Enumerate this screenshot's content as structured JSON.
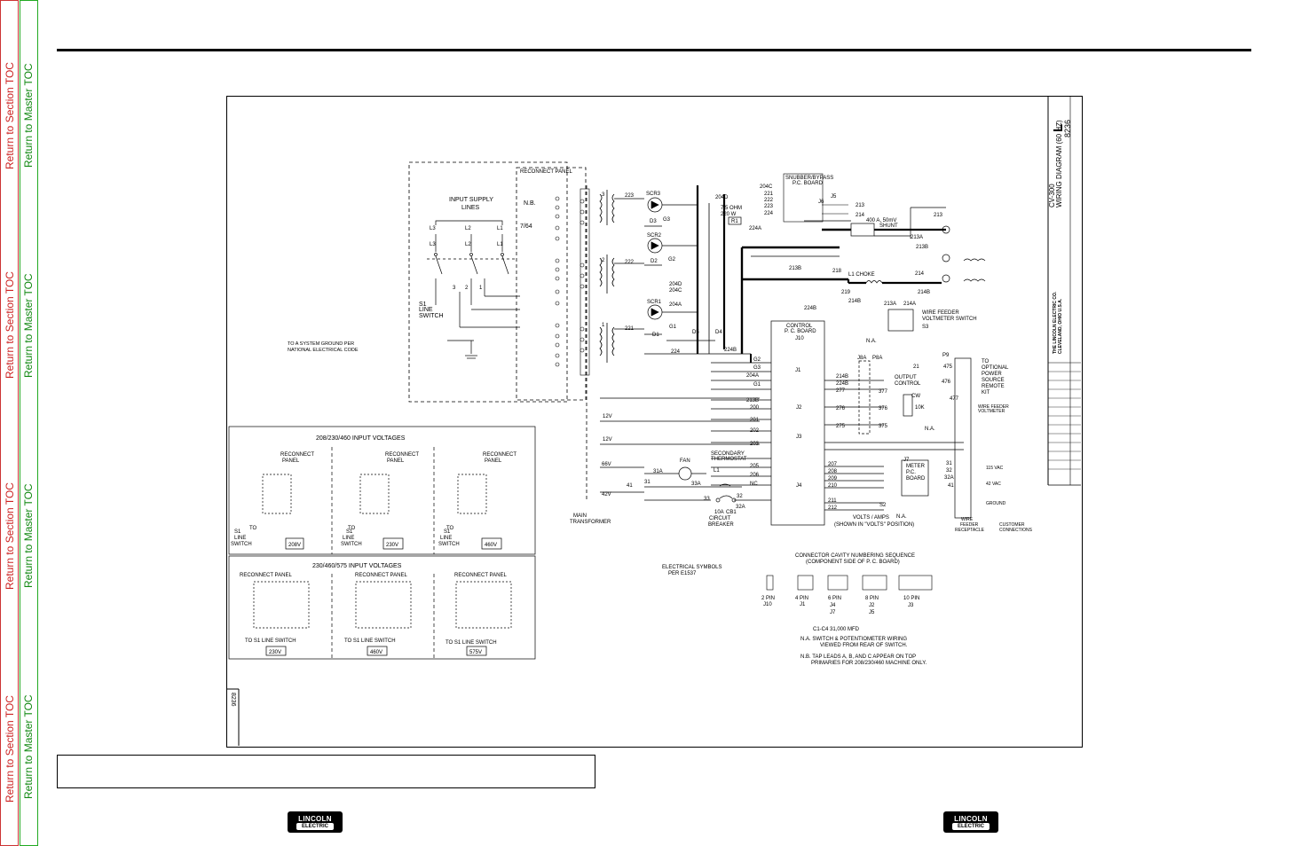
{
  "sidebar": {
    "section_toc_label": "Return to Section TOC",
    "master_toc_label": "Return to Master TOC"
  },
  "title_block": {
    "company": "THE LINCOLN ELECTRIC CO.",
    "city": "CLEVELAND, OHIO U.S.A.",
    "model": "CV-300",
    "title": "WIRING DIAGRAM (60 HZ)",
    "code": "8236",
    "size": "L"
  },
  "diagram": {
    "reconnect_panel": "RECONNECT PANEL",
    "input_supply": "INPUT SUPPLY",
    "lines": "LINES",
    "nb": "N.B.",
    "size_764": "7/64",
    "s1": "S1",
    "line": "LINE",
    "switch": "SWITCH",
    "ground_note_1": "TO   A SYSTEM GROUND PER",
    "ground_note_2": "NATIONAL ELECTRICAL      CODE",
    "snubber": "SNUBBER/BYPASS",
    "pc_board": "P.C. BOARD",
    "scr3": "SCR3",
    "scr2": "SCR2",
    "scr1": "SCR1",
    "d1": "D1",
    "d2": "D2",
    "d3": "D3",
    "d4": "D4",
    "d5": "D5",
    "g1": "G1",
    "g2": "G2",
    "g3": "G3",
    "res_val": "7.5 OHM",
    "res_w": "220 W",
    "r1": "R1",
    "shunt_val": "400 A, 50mV",
    "shunt": "SHUNT",
    "choke": "L1 CHOKE",
    "wf_switch_1": "WIRE FEEDER",
    "wf_switch_2": "VOLTMETER SWITCH",
    "s3": "S3",
    "na": "N.A.",
    "control_1": "CONTROL",
    "control_2": "P. C. BOARD",
    "output_1": "OUTPUT",
    "output_2": "CONTROL",
    "cw": "CW",
    "r10k": "10K",
    "optional_1": "TO",
    "optional_2": "OPTIONAL",
    "optional_3": "POWER",
    "optional_4": "SOURCE",
    "optional_5": "REMOTE",
    "optional_6": "KIT",
    "wf_volt_1": "WIRE FEEDER",
    "wf_volt_2": "VOLTMETER",
    "vac115": "115 VAC",
    "vac42": "42 VAC",
    "ground": "GROUND",
    "wf_recept_1": "WIRE",
    "wf_recept_2": "FEEDER",
    "wf_recept_3": "RECEPTACLE",
    "cust_1": "CUSTOMER",
    "cust_2": "CONNECTIONS",
    "fan": "FAN",
    "thermo_1": "SECONDARY",
    "thermo_2": "THERMOSTAT",
    "cb_1": "10A",
    "cb_2": "CIRCUIT",
    "cb_3": "BREAKER",
    "cb1": "CB1",
    "main_1": "MAIN",
    "main_2": "TRANSFORMER",
    "meter_1": "METER",
    "meter_2": "P.C.",
    "meter_3": "BOARD",
    "volts_amps": "VOLTS / AMPS",
    "shown_in": "(SHOWN IN \"VOLTS\" POSITION)",
    "s2": "S2",
    "v12": "12V",
    "v66": "66V",
    "v42": "42V",
    "elec_1": "ELECTRICAL SYMBOLS",
    "elec_2": "PER E1537",
    "cavity_1": "CONNECTOR CAVITY NUMBERING SEQUENCE",
    "cavity_2": "(COMPONENT SIDE OF P. C. BOARD)",
    "pin2": "2 PIN",
    "pin4": "4 PIN",
    "pin6": "6 PIN",
    "pin8": "8 PIN",
    "pin10": "10 PIN",
    "j10": "J10",
    "j1": "J1",
    "j4": "J4",
    "j7": "J7",
    "j2": "J2",
    "j5": "J5",
    "j3": "J3",
    "cap_note": "C1-C4 31,000 MFD",
    "na_note_1": "N.A.   SWITCH & POTENTIOMETER WIRING",
    "na_note_2": "VIEWED FROM REAR OF SWITCH.",
    "nb_note_1": "N.B.   TAP LEADS A, B, AND C APPEAR ON TOP",
    "nb_note_2": "PRIMARIES FOR 208/230/460 MACHINE ONLY.",
    "volt_title_1": "208/230/460 INPUT VOLTAGES",
    "volt_title_2": "230/460/575 INPUT VOLTAGES",
    "reconnect_short": "RECONNECT",
    "panel_short": "PANEL",
    "to": "TO",
    "to_s1": "TO S1 LINE SWITCH",
    "v208": "208V",
    "v230": "230V",
    "v460": "460V",
    "v575": "575V",
    "side_code": "8236"
  }
}
